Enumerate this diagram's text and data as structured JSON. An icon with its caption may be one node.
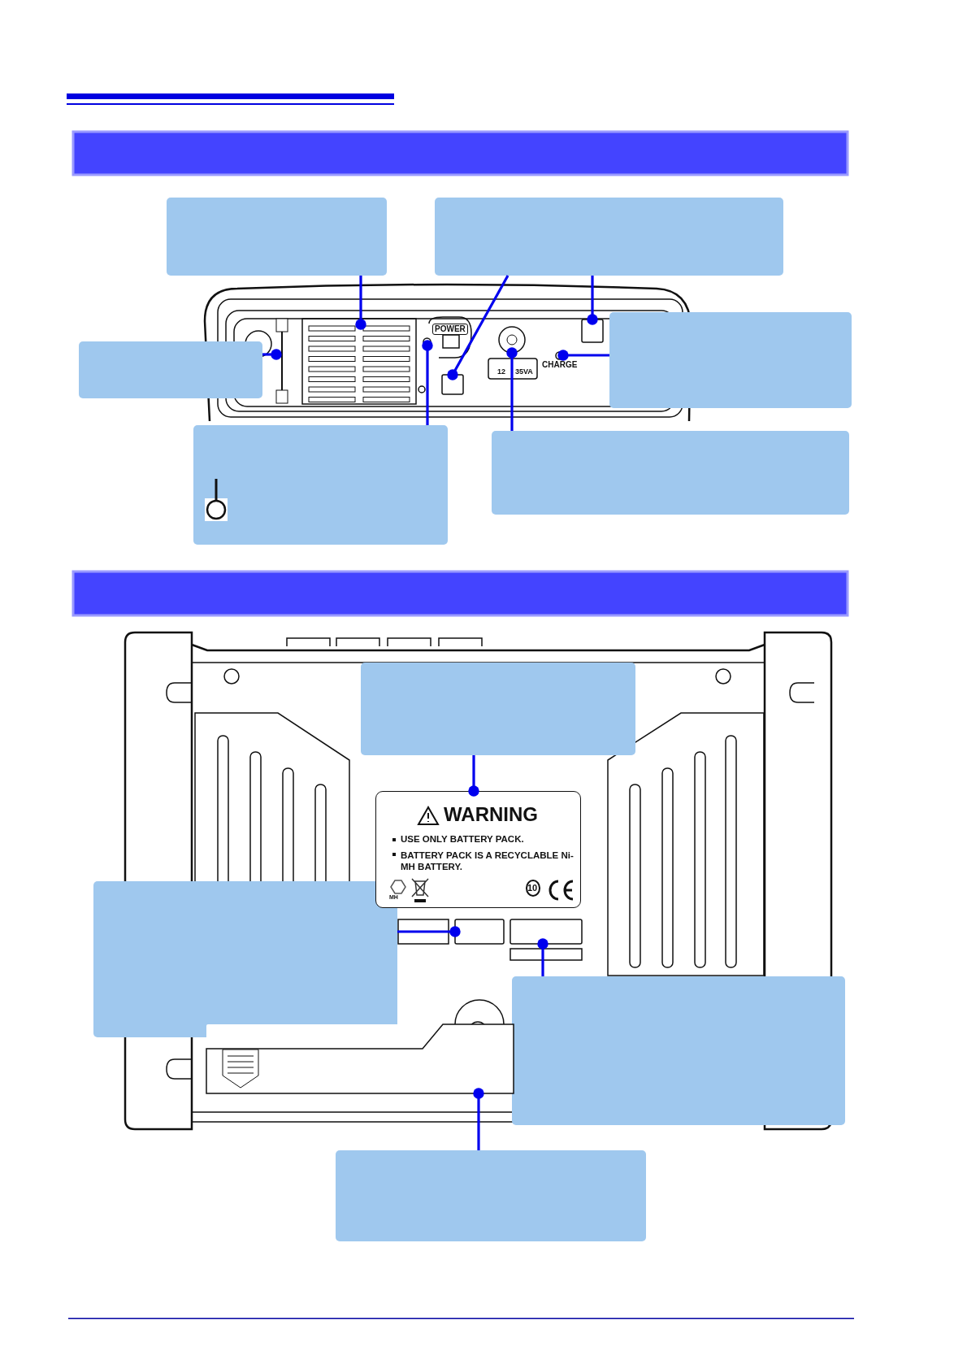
{
  "diagram": {
    "nodes": [
      {
        "text": [],
        "shape": "bar"
      },
      {
        "text": [],
        "shape": "box"
      },
      {
        "text": [],
        "shape": "box"
      },
      {
        "text": [],
        "shape": "box"
      },
      {
        "text": [],
        "shape": "box"
      },
      {
        "text": [],
        "shape": "box"
      },
      {
        "text": [],
        "shape": "box"
      },
      {
        "text": [],
        "shape": "box"
      },
      {
        "text": [],
        "shape": "box"
      },
      {
        "text": [],
        "shape": "box"
      },
      {
        "text": [],
        "shape": "bar"
      },
      {
        "text": [],
        "shape": "circle"
      },
      {
        "text": [],
        "shape": "circle"
      },
      {
        "text": [],
        "shape": "circle"
      },
      {
        "text": [],
        "shape": "bar"
      },
      {
        "text": [],
        "shape": "box"
      },
      {
        "text": [],
        "shape": "box"
      },
      {
        "text": [],
        "shape": "box"
      },
      {
        "text": [],
        "shape": "box"
      },
      {
        "text": [
          "WARNING",
          "USE ONLY BATTERY PACK.",
          "BATTERY PACK IS A RECYCLABLE Ni-MH BATTERY.",
          "MH",
          "10"
        ]
      },
      {
        "text": [],
        "shape": "box"
      },
      {
        "text": [],
        "shape": "box"
      },
      {
        "text": [],
        "shape": "box"
      }
    ],
    "edges": [
      {
        "from": 1,
        "to": 7,
        "arrow": "other"
      },
      {
        "from": 2,
        "to": 8,
        "arrow": "other"
      },
      {
        "from": 2,
        "to": 9,
        "arrow": "other"
      },
      {
        "from": 3,
        "to": 10,
        "arrow": "other"
      },
      {
        "from": 4,
        "to": 11,
        "arrow": "other"
      },
      {
        "from": 5,
        "to": 12,
        "arrow": "other"
      },
      {
        "from": 6,
        "to": 13,
        "arrow": "other"
      },
      {
        "from": 15,
        "to": 19,
        "arrow": "other"
      },
      {
        "from": 16,
        "to": 20,
        "arrow": "other"
      },
      {
        "from": 17,
        "to": 21,
        "arrow": "other"
      },
      {
        "from": 18,
        "to": 22,
        "arrow": "other"
      }
    ],
    "labels": [
      "POWER",
      "CHARGE",
      "12",
      "35VA"
    ]
  }
}
